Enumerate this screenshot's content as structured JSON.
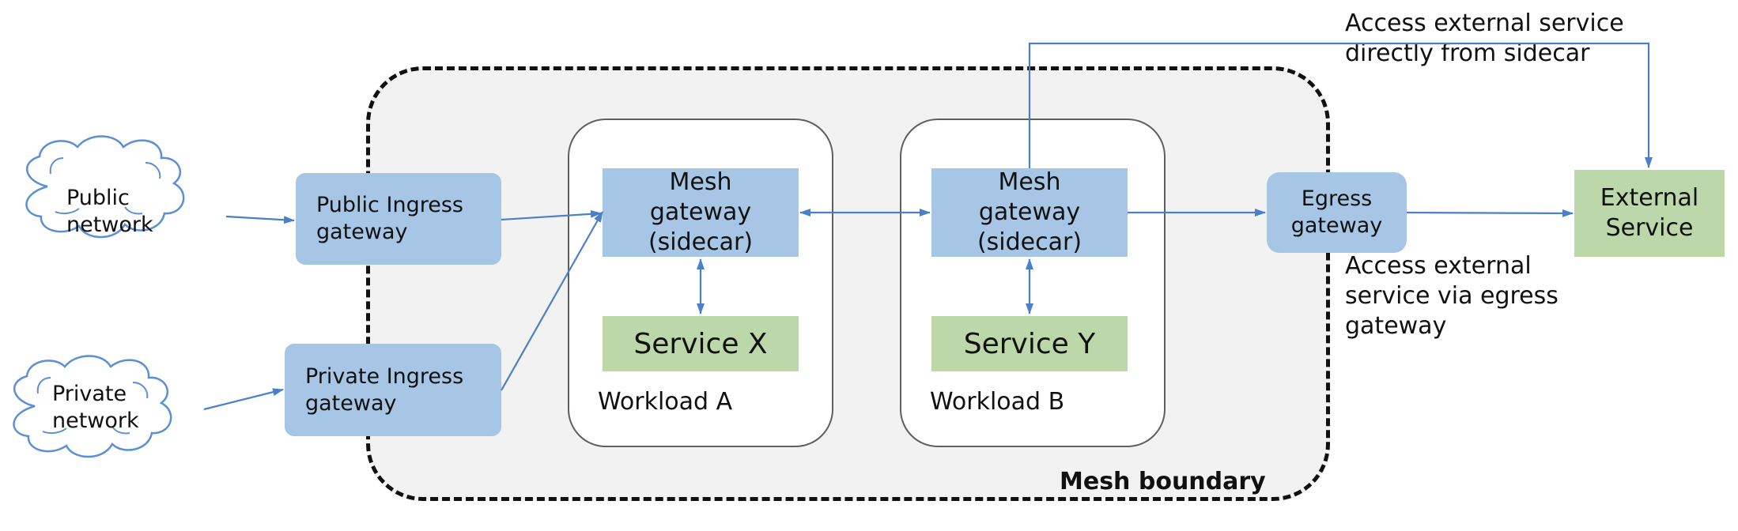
{
  "boundary": {
    "label": "Mesh boundary"
  },
  "clouds": {
    "public": "Public\nnetwork",
    "private": "Private\nnetwork"
  },
  "ingress": {
    "public": "Public Ingress\ngateway",
    "private": "Private Ingress\ngateway"
  },
  "workload_a": {
    "label": "Workload A",
    "gateway": "Mesh\ngateway\n(sidecar)",
    "service": "Service X"
  },
  "workload_b": {
    "label": "Workload B",
    "gateway": "Mesh\ngateway\n(sidecar)",
    "service": "Service Y"
  },
  "egress": {
    "label": "Egress\ngateway"
  },
  "external": {
    "label": "External\nService"
  },
  "annotations": {
    "direct": "Access external service\ndirectly from sidecar",
    "via_egress": "Access external\nservice via egress\ngateway"
  },
  "colors": {
    "gateway_fill": "#a7c6e6",
    "service_fill": "#bcd7a9",
    "boundary_fill": "#f2f2f2",
    "arrow": "#4a7fc9",
    "cloud_stroke": "#5b8fd6"
  }
}
